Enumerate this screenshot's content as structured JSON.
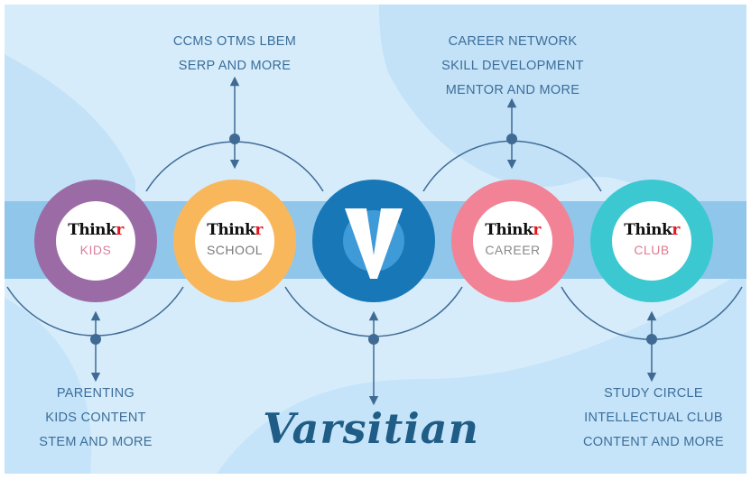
{
  "title": "Varsitian",
  "captions": {
    "school": [
      "CCMS OTMS LBEM",
      "SERP AND MORE"
    ],
    "career": [
      "CAREER NETWORK",
      "SKILL DEVELOPMENT",
      "MENTOR AND MORE"
    ],
    "kids": [
      "PARENTING",
      "KIDS CONTENT",
      "STEM AND MORE"
    ],
    "club": [
      "STUDY CIRCLE",
      "INTELLECTUAL CLUB",
      "CONTENT AND MORE"
    ]
  },
  "nodes": {
    "kids": {
      "brand": "Think",
      "brand_accent": "r",
      "label": "KIDS",
      "color": "#9b6ba6",
      "label_color": "#d8829c"
    },
    "school": {
      "brand": "Think",
      "brand_accent": "r",
      "label": "SCHOOL",
      "color": "#f9b75c",
      "label_color": "#7a7a7a"
    },
    "center": {
      "label": "V",
      "color": "#1877b6"
    },
    "career": {
      "brand": "Think",
      "brand_accent": "r",
      "label": "CAREER",
      "color": "#f28295",
      "label_color": "#8a8a8a"
    },
    "club": {
      "brand": "Think",
      "brand_accent": "r",
      "label": "CLUB",
      "color": "#3cc8d0",
      "label_color": "#e07b8e"
    }
  },
  "colors": {
    "band": "#8fc6ea",
    "background": "#d6ecfb",
    "connector": "#3f6a93"
  }
}
